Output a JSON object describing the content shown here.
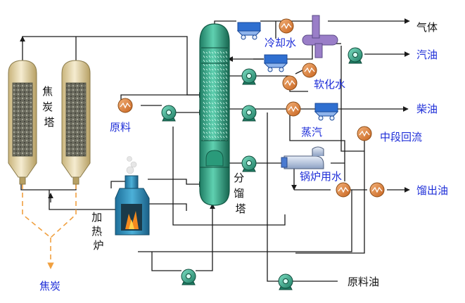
{
  "labels": {
    "coke_tower": "焦\n炭\n塔",
    "coke": "焦炭",
    "furnace": "加\n热\n炉",
    "feed": "原料",
    "fractionator": "分\n馏\n塔",
    "cooling_water": "冷却水",
    "gas": "气体",
    "gasoline": "汽油",
    "softened_water": "软化水",
    "diesel": "柴油",
    "steam": "蒸汽",
    "mid_reflux": "中段回流",
    "boiler_water": "锅炉用水",
    "distillate_oil": "馏出油",
    "feed_oil": "原料油"
  },
  "colors": {
    "label_blue": "#1e2ed8",
    "label_black": "#111111",
    "column_green": "#2a9a7a",
    "coke_drum": "#e6d7a8",
    "pump_green": "#3aa487",
    "exchanger": "#e08a3c",
    "cooler_blue": "#2f6fd0",
    "separator_purple": "#9a7ec8",
    "coke_dashed": "#f0a040"
  }
}
